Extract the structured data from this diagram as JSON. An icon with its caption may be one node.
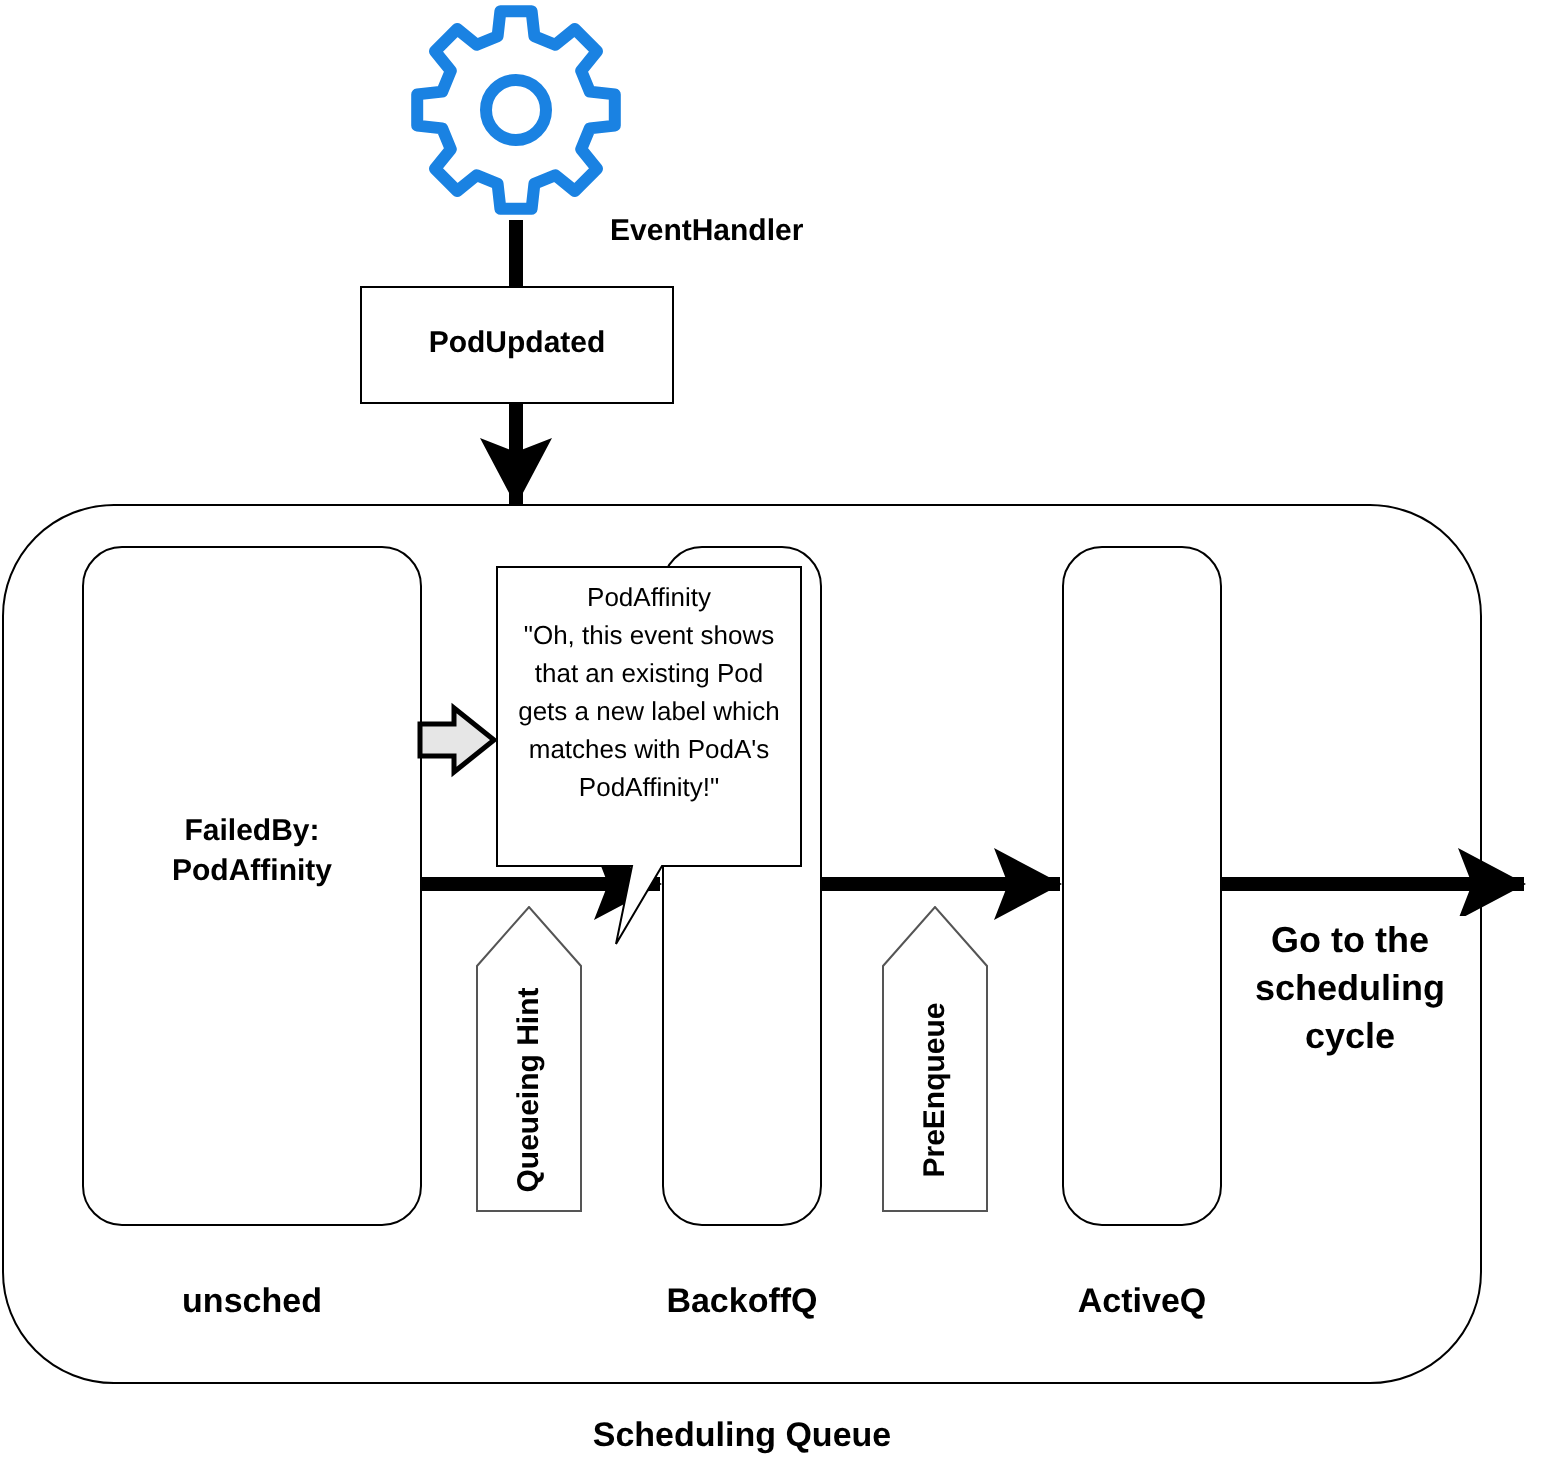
{
  "diagram": {
    "nodes": [
      {
        "text": [],
        "shape": "gear",
        "beside": [
          "EventHandler"
        ]
      },
      {
        "text": [
          "PodUpdated"
        ]
      },
      {
        "text": [
          "Scheduling Queue"
        ]
      },
      {
        "text": [
          "FailedBy: PodAffinity",
          "unsched"
        ],
        "in": 2
      },
      {
        "text": [
          "BackoffQ"
        ],
        "in": 2
      },
      {
        "text": [
          "ActiveQ"
        ],
        "in": 2
      },
      {
        "text": [
          "PodAffinity",
          "\"Oh, this event shows that an existing Pod gets a new label which matches with PodA's PodAffinity!\""
        ],
        "in": 2
      },
      {
        "text": [
          "Queueing Hint"
        ],
        "in": 2
      },
      {
        "text": [
          "PreEnqueue"
        ],
        "in": 2
      }
    ],
    "edges": [
      {
        "from": 0,
        "to": 1,
        "arrow": "none"
      },
      {
        "from": 1,
        "to": 2,
        "arrow": "to"
      },
      {
        "from": 3,
        "to": 6,
        "arrow": "to",
        "color": "#e6e6e6"
      },
      {
        "from": 3,
        "to": 4,
        "arrow": "to"
      },
      {
        "from": 4,
        "to": 5,
        "arrow": "to"
      },
      {
        "from": 5,
        "to": null,
        "arrow": "to",
        "label": "Go to the scheduling cycle"
      }
    ]
  }
}
